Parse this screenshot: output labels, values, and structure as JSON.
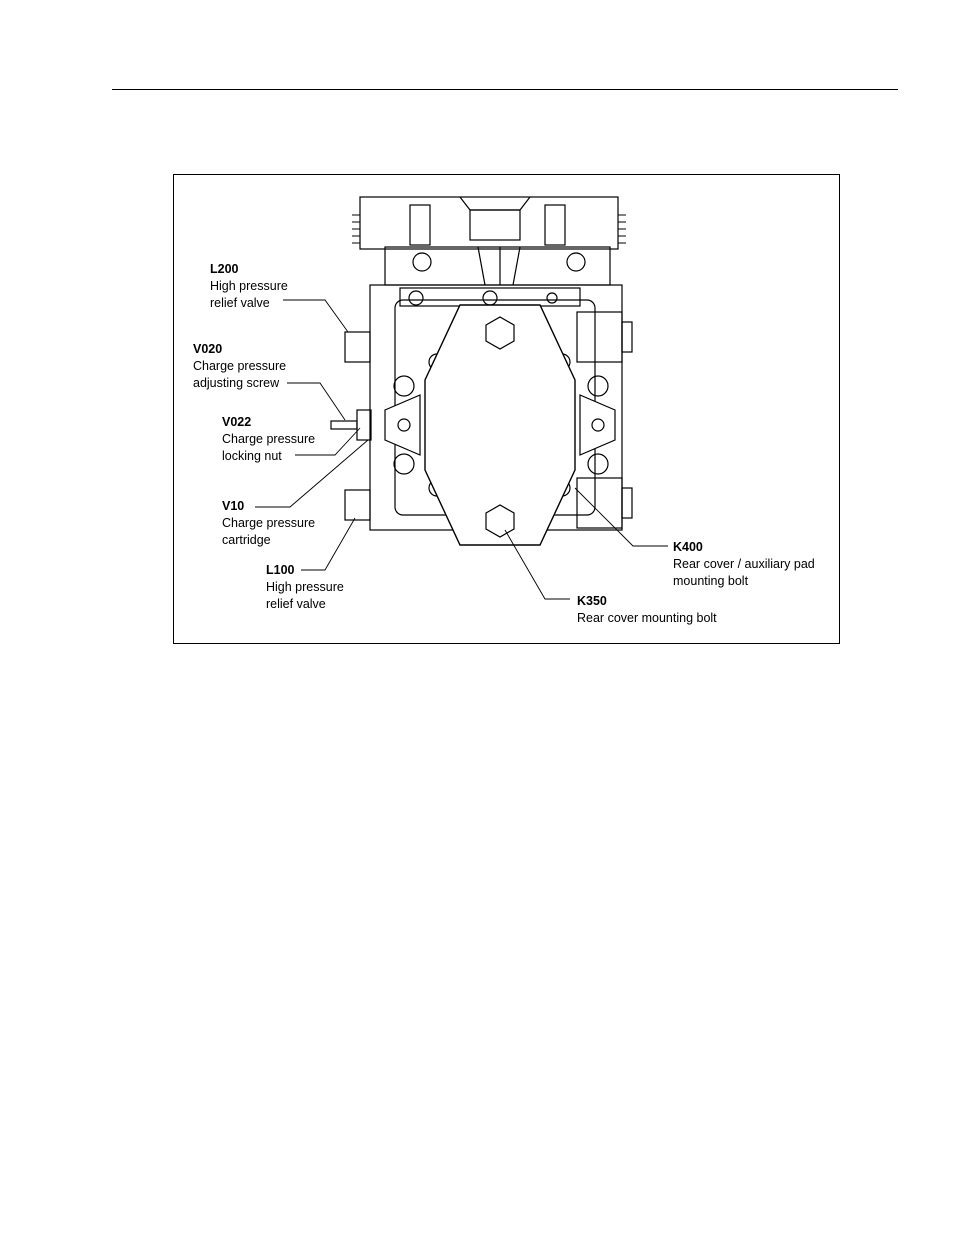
{
  "figure": {
    "callouts": [
      {
        "id": "l200",
        "code": "L200",
        "desc_lines": [
          "High pressure",
          "relief valve"
        ]
      },
      {
        "id": "v020",
        "code": "V020",
        "desc_lines": [
          "Charge pressure",
          "adjusting screw"
        ]
      },
      {
        "id": "v022",
        "code": "V022",
        "desc_lines": [
          "Charge pressure",
          "locking nut"
        ]
      },
      {
        "id": "v10",
        "code": "V10",
        "desc_lines": [
          "Charge pressure",
          "cartridge"
        ]
      },
      {
        "id": "l100",
        "code": "L100",
        "desc_lines": [
          "High pressure",
          "relief valve"
        ]
      },
      {
        "id": "k400",
        "code": "K400",
        "desc_lines": [
          "Rear cover / auxiliary pad",
          "mounting bolt"
        ]
      },
      {
        "id": "k350",
        "code": "K350",
        "desc_lines": [
          "Rear cover mounting bolt"
        ]
      }
    ]
  }
}
